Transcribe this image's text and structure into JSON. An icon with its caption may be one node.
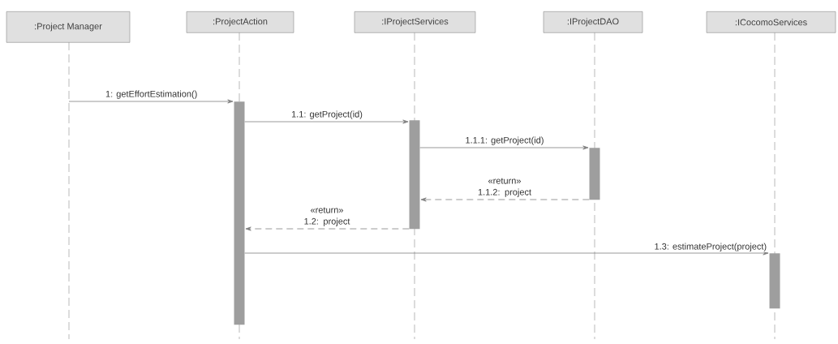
{
  "diagram": {
    "nodes": [
      {
        "text": [
          ":Project Manager"
        ]
      },
      {
        "text": [
          ":ProjectAction"
        ]
      },
      {
        "text": [
          ":IProjectServices"
        ]
      },
      {
        "text": [
          ":IProjectDAO"
        ]
      },
      {
        "text": [
          ":ICocomoServices"
        ]
      },
      {
        "text": [],
        "shape": "bar"
      },
      {
        "text": [],
        "shape": "bar"
      },
      {
        "text": [],
        "shape": "bar"
      },
      {
        "text": [],
        "shape": "bar"
      }
    ],
    "edges": [
      {
        "from": null,
        "to": 5,
        "arrow": "to",
        "label": "1: getEffortEstimation()"
      },
      {
        "from": 5,
        "to": 6,
        "arrow": "to",
        "label": "1.1: getProject(id)"
      },
      {
        "from": 6,
        "to": 7,
        "arrow": "to",
        "label": "1.1.1: getProject(id)"
      },
      {
        "from": 7,
        "to": 6,
        "arrow": "to",
        "style": "dashed",
        "label": "«return» 1.1.2: project"
      },
      {
        "from": 6,
        "to": 5,
        "arrow": "to",
        "style": "dashed",
        "label": "«return» 1.2: project"
      },
      {
        "from": 5,
        "to": 8,
        "arrow": "to",
        "label": "1.3: estimateProject(project)"
      }
    ]
  }
}
